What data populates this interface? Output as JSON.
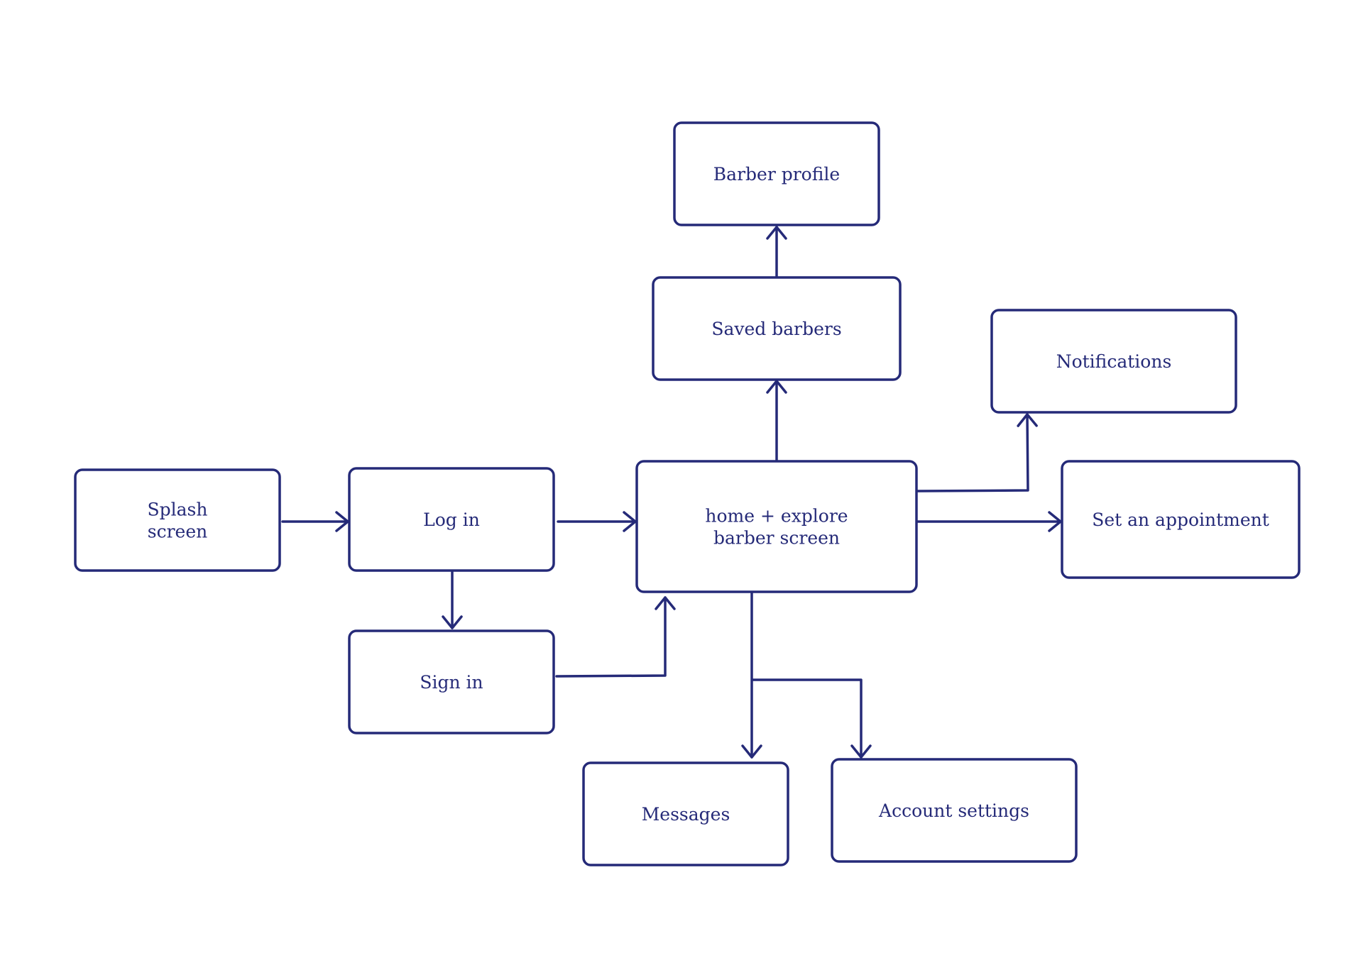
{
  "diagram": {
    "stroke_color": "#252a78",
    "text_color": "#252a78",
    "background": "#ffffff",
    "nodes": {
      "splash": [
        "Splash",
        "screen"
      ],
      "login": [
        "Log in"
      ],
      "signin": [
        "Sign in"
      ],
      "home": [
        "home + explore",
        "barber screen"
      ],
      "saved": [
        "Saved barbers"
      ],
      "profile": [
        "Barber profile"
      ],
      "notifications": [
        "Notifications"
      ],
      "appointment": [
        "Set an appointment"
      ],
      "messages": [
        "Messages"
      ],
      "account": [
        "Account settings"
      ]
    },
    "edges": [
      {
        "from": "splash",
        "to": "login"
      },
      {
        "from": "login",
        "to": "home"
      },
      {
        "from": "login",
        "to": "signin"
      },
      {
        "from": "signin",
        "to": "home"
      },
      {
        "from": "home",
        "to": "saved"
      },
      {
        "from": "saved",
        "to": "profile"
      },
      {
        "from": "home",
        "to": "notifications"
      },
      {
        "from": "home",
        "to": "appointment"
      },
      {
        "from": "home",
        "to": "messages"
      },
      {
        "from": "home",
        "to": "account"
      }
    ]
  }
}
